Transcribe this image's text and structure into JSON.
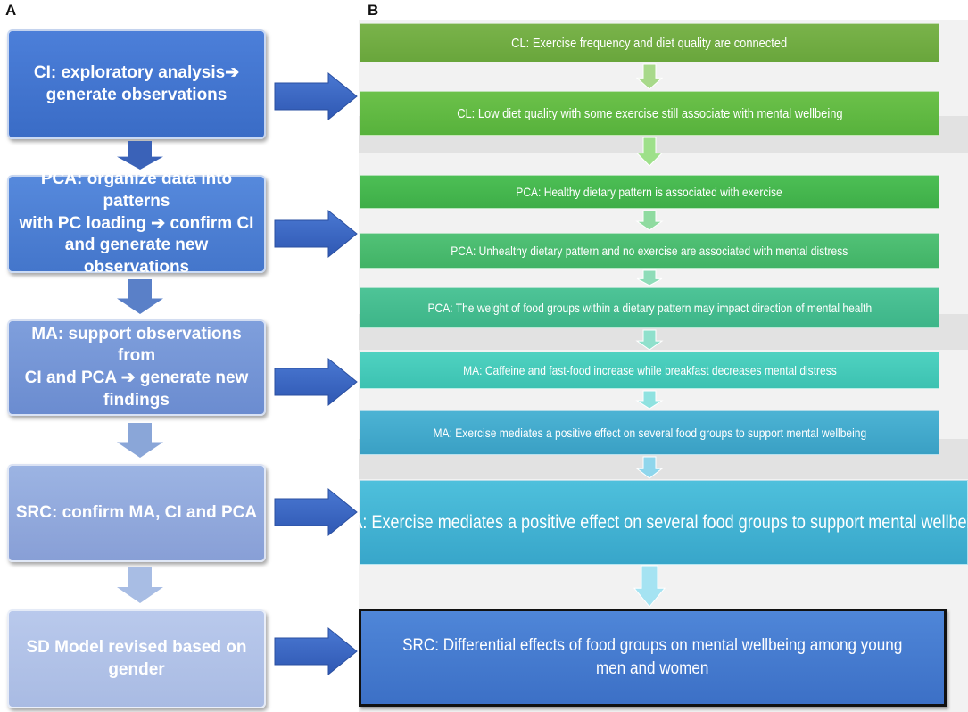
{
  "panel_labels": {
    "a": "A",
    "b": "B"
  },
  "left_boxes": [
    {
      "line1": "CI: exploratory analysis➔",
      "line2": "generate observations",
      "line3": ""
    },
    {
      "line1": "PCA: organize data into patterns",
      "line2": "with PC loading ➔ confirm CI",
      "line3": "and generate new observations"
    },
    {
      "line1": "MA: support observations from",
      "line2": "CI and PCA ➔ generate new",
      "line3": "findings"
    },
    {
      "line1": "SRC: confirm MA, CI and PCA",
      "line2": "",
      "line3": ""
    },
    {
      "line1": "SD Model revised based on",
      "line2": "gender",
      "line3": ""
    }
  ],
  "right_boxes": [
    {
      "text": "CL: Exercise frequency and diet quality are connected"
    },
    {
      "text": "CL: Low diet quality with some exercise still associate with mental wellbeing"
    },
    {
      "text": "PCA: Healthy dietary pattern is associated with exercise"
    },
    {
      "text": "PCA: Unhealthy dietary pattern and no exercise are associated with mental distress"
    },
    {
      "text": "PCA:  The weight of food groups within a dietary pattern may impact direction of mental health"
    },
    {
      "text": "MA: Caffeine and fast-food increase while breakfast decreases mental distress"
    },
    {
      "text": "MA: Exercise mediates a positive effect on several food groups to support mental wellbeing"
    },
    {
      "text": "MA: Exercise mediates a positive effect on several food groups to support mental wellbeing"
    },
    {
      "line1": "SRC: Differential effects of food groups on mental wellbeing among young",
      "line2": "men and women"
    }
  ],
  "colors": {
    "left": [
      "#4275d0",
      "#4e82d6",
      "#7596d6",
      "#93aade",
      "#b2c3e8"
    ],
    "right": [
      "#6fae42",
      "#5fb847",
      "#47b14f",
      "#46b46a",
      "#3fb88c",
      "#42c5b3",
      "#3ea7c8",
      "#3dafcf",
      "#3f74c8"
    ],
    "down_arrows": [
      "#3a62b8",
      "#5a80c8",
      "#8aa6d8",
      "#a8bde4"
    ],
    "right_arrows": "#3a64c0"
  }
}
